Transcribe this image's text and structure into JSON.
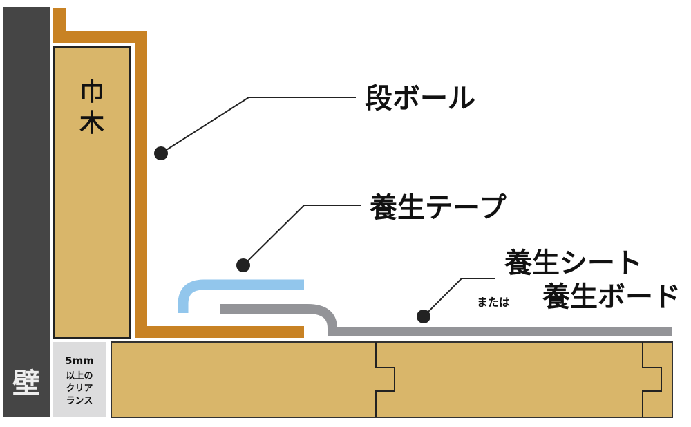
{
  "labels": {
    "wall": "壁",
    "baseboard": "巾木",
    "clearance": [
      "5mm",
      "以上の",
      "クリア",
      "ランス"
    ],
    "cardboard": "段ボール",
    "tape": "養生テープ",
    "sheet": "養生シート",
    "or": "または",
    "board": "養生ボード"
  },
  "colors": {
    "wall": "#454545",
    "wood": "#d9b66a",
    "cardboard": "#c88224",
    "tape": "#92c6ec",
    "sheet": "#939498",
    "clearance": "#dcdcdd"
  }
}
